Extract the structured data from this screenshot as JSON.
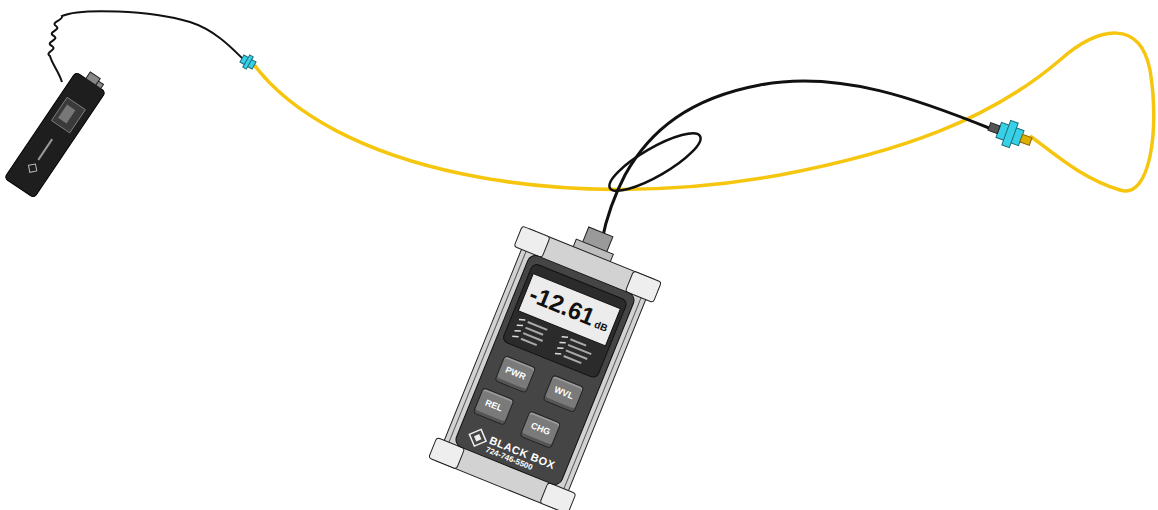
{
  "diagram": {
    "nodes": [
      {
        "text": [
          "BLACK BOX",
          "724-746-5500"
        ]
      },
      {
        "text": [
          "-12.61",
          "dB"
        ],
        "in": 0
      },
      {
        "text": [
          "PWR"
        ],
        "in": 0
      },
      {
        "text": [
          "WVL"
        ],
        "in": 0
      },
      {
        "text": [
          "REL"
        ],
        "in": 0
      },
      {
        "text": [
          "CHG"
        ],
        "in": 0
      }
    ]
  }
}
